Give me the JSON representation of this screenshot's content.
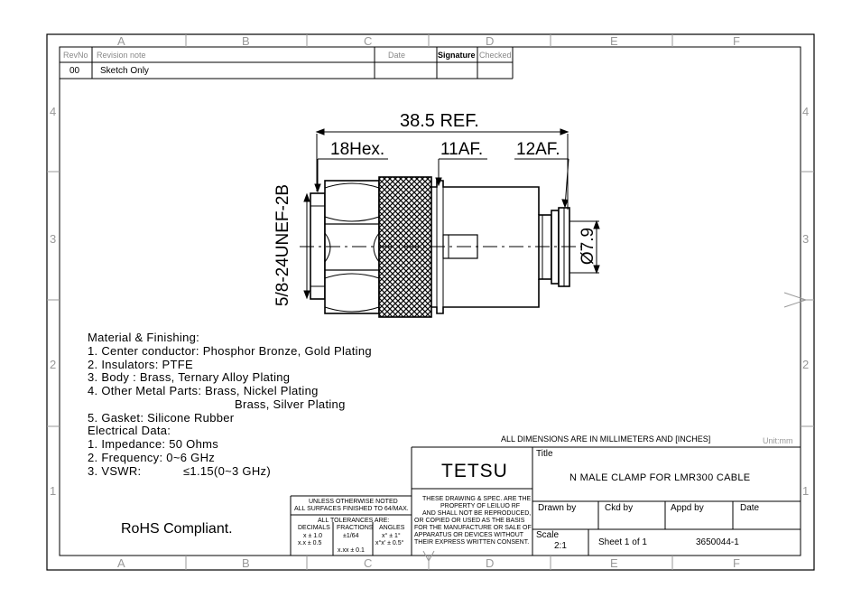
{
  "zones": {
    "columns": [
      "A",
      "B",
      "C",
      "D",
      "E",
      "F"
    ],
    "rows": [
      "4",
      "3",
      "2",
      "1"
    ]
  },
  "revision_table": {
    "headers": {
      "rev": "RevNo",
      "note": "Revision note",
      "date": "Date",
      "signature": "Signature",
      "checked": "Checked"
    },
    "rows": [
      {
        "rev": "00",
        "note": "Sketch Only"
      }
    ]
  },
  "dimensions": {
    "overall": "38.5 REF.",
    "hex": "18Hex.",
    "af1": "11AF.",
    "af2": "12AF.",
    "thread": "5/8-24UNEF-2B",
    "diameter": "Ø7.9"
  },
  "notes": [
    "Material & Finishing:",
    "1. Center conductor: Phosphor Bronze, Gold Plating",
    "2. Insulators: PTFE",
    "3. Body : Brass, Ternary Alloy Plating",
    "4. Other Metal Parts: Brass, Nickel Plating",
    "Brass, Silver Plating",
    "5. Gasket: Silicone Rubber",
    "Electrical Data:",
    "1. Impedance: 50 Ohms",
    "2. Frequency: 0~6 GHz",
    "3. VSWR:",
    "≤1.15(0~3 GHz)"
  ],
  "rohs": "RoHS Compliant.",
  "title_block": {
    "dims_note": "ALL DIMENSIONS ARE IN MILLIMETERS AND [INCHES]",
    "unit": "Unit:mm",
    "company": "TETSU",
    "title_label": "Title",
    "title": "N MALE CLAMP FOR LMR300 CABLE",
    "tolerance": {
      "line1": "UNLESS OTHERWISE NOTED",
      "line2": "ALL SURFACES FINISHED TO 64/MAX.",
      "line3": "ALL TOLERANCES ARE:",
      "col_decimals": "DECIMALS",
      "col_fractions": "FRACTIONS",
      "col_angles": "ANGLES",
      "d1": "x ± 1.0",
      "d2": "x.x ± 0.5",
      "d3": "x.xx ± 0.1",
      "f1": "±1/64",
      "a1": "x° ± 1°",
      "a2": "x°x' ± 0.5°"
    },
    "disclaimer": [
      "THESE DRAWING & SPEC. ARE THE",
      "PROPERTY OF LEILUO RF",
      "AND SHALL NOT BE REPRODUCED,",
      "OR COPIED OR USED AS THE BASIS",
      "FOR THE MANUFACTURE OR SALE OF",
      "APPARATUS OR DEVICES WITHOUT",
      "THEIR EXPRESS WRITTEN CONSENT."
    ],
    "drawn_by": "Drawn by",
    "ckd_by": "Ckd by",
    "appd_by": "Appd by",
    "date": "Date",
    "scale_label": "Scale",
    "scale": "2:1",
    "sheet": "Sheet 1 of 1",
    "part_number": "3650044-1"
  }
}
